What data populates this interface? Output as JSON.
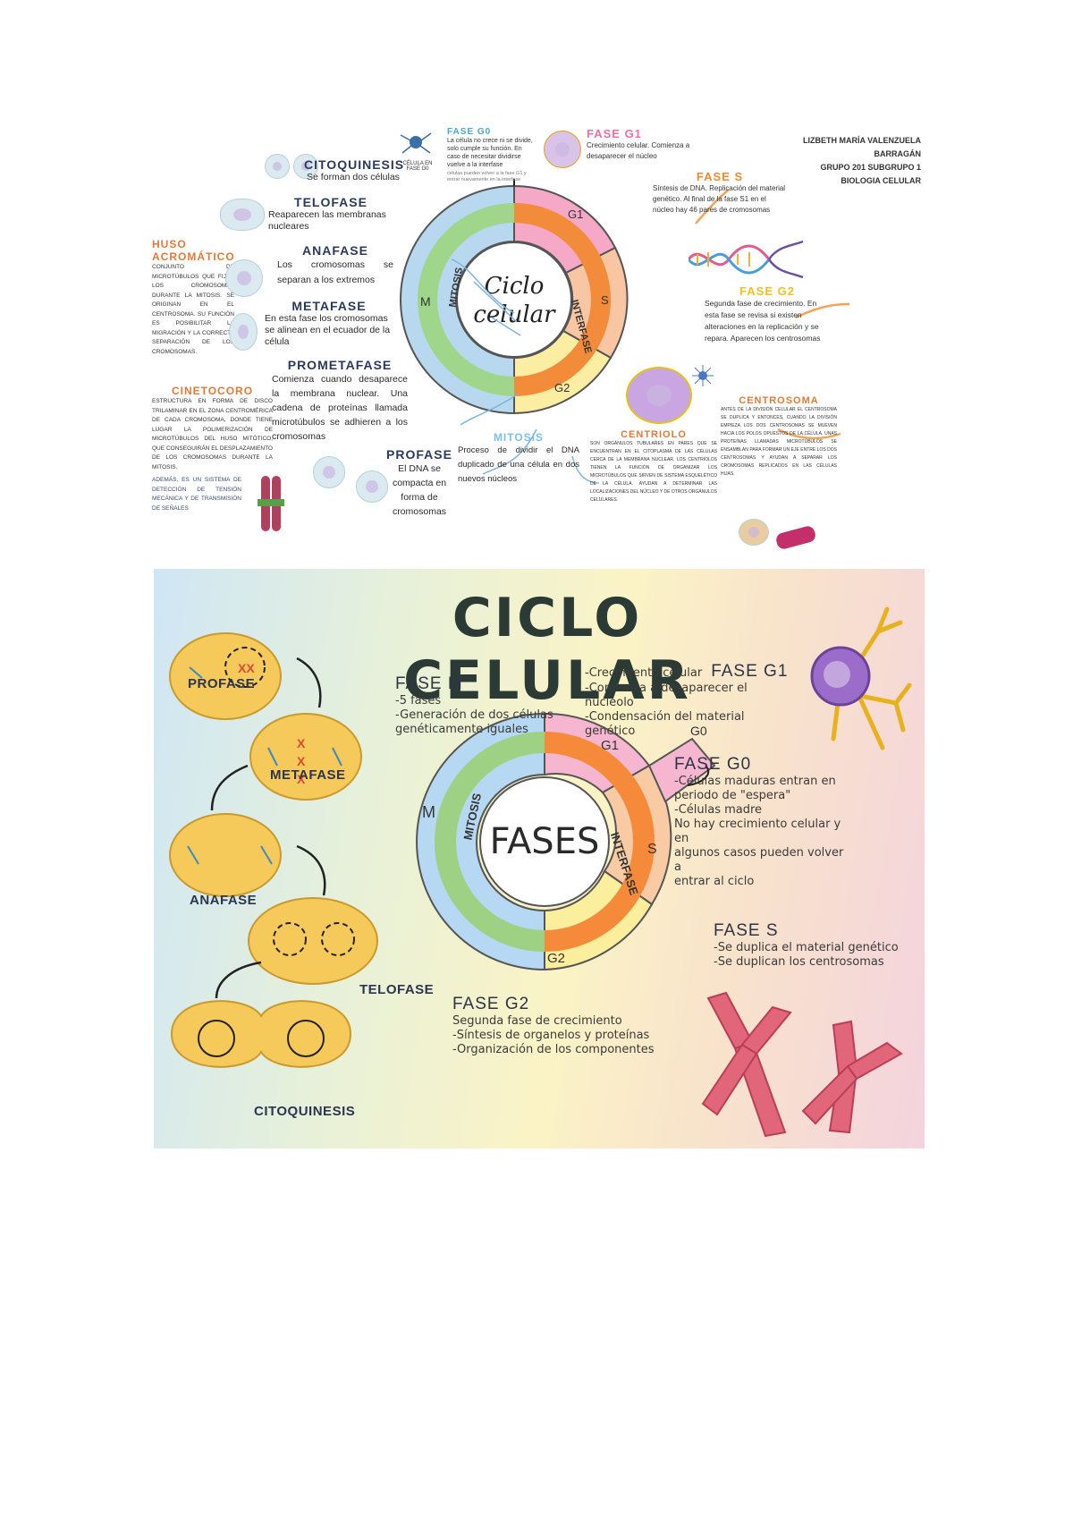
{
  "top": {
    "author": [
      "LIZBETH MARÍA VALENZUELA BARRAGÁN",
      "GRUPO 201 SUBGRUPO 1",
      "BIOLOGIA CELULAR"
    ],
    "circle": {
      "center1": "Ciclo",
      "center2": "celular",
      "mitosis": "MITOSIS",
      "interfase": "INTERFASE",
      "g1": "G1",
      "s": "S",
      "g2": "G2",
      "m": "M"
    },
    "g0": {
      "title": "FASE G0",
      "icon_caption": "CÉLULA EN FASE G0",
      "text": "La célula no crece ni se divide, solo cumple su función. En caso de necesitar dividirse vuelve a la interfase",
      "note": "células pueden volver a la fase G1 y entrar nuevamente en la interfase"
    },
    "g1": {
      "title": "FASE G1",
      "text": "Crecimiento celular. Comienza a desaparecer el núcleo"
    },
    "s": {
      "title": "FASE S",
      "text": "Síntesis de DNA. Replicación del material genético. Al final de la fase S1 en el núcleo hay 46 pares de cromosomas"
    },
    "g2": {
      "title": "FASE G2",
      "text": "Segunda fase de crecimiento. En esta fase se revisa si existen alteraciones en la replicación y se repara. Aparecen los centrosomas"
    },
    "centrosoma": {
      "title": "CENTROSOMA",
      "text": "Antes de la división celular el centrosoma se duplica y entonces, cuando la división empieza los dos centrosomas se mueven hacia los polos opuestos de la célula. Unas proteínas llamadas microtúbulos se ensamblan para formar un eje entre los dos centrosomas y ayudan a separar los cromosomas replicados en las células hijas."
    },
    "centriolo": {
      "title": "CENTRIOLO",
      "text": "Son orgánulos tubulares en pares que se encuentran en el citoplasma de las células cerca de la membrana nuclear. Los centríolos tienen la función de organizar los microtúbulos que sirven de sistema esquelético de la célula. Ayudan a determinar las localizaciones del núcleo y de otros orgánulos celulares."
    },
    "mitosis": {
      "title": "MITOSIS",
      "text": "Proceso de dividir el DNA duplicado de una célula en dos nuevos núcleos"
    },
    "huso": {
      "title": "HUSO ACROMÁTICO",
      "text": "Conjunto de microtúbulos que fijan los cromosomas durante la mitosis. Se originan en el centrosoma. Su función es posibilitar la migración y la correcta separación de los cromosomas."
    },
    "cinetocoro": {
      "title": "CINETOCORO",
      "text": "Estructura en forma de disco trilaminar en el zona centromérica de cada cromosoma, donde tiene lugar la polimerización de microtúbulos del huso mitótico, que conseguirán el desplazamiento de los cromosomas durante la mitosis.",
      "extra": "Además, es un sistema de detección de tensión mecánica y de transmisión de señales"
    },
    "citoquinesis": {
      "title": "CITOQUINESIS",
      "text": "Se forman dos células"
    },
    "telofase": {
      "title": "TELOFASE",
      "text": "Reaparecen las membranas nucleares"
    },
    "anafase": {
      "title": "ANAFASE",
      "text": "Los cromosomas se separan a los extremos"
    },
    "metafase": {
      "title": "METAFASE",
      "text": "En esta fase los cromosomas se alinean en el ecuador de la célula"
    },
    "prometafase": {
      "title": "PROMETAFASE",
      "text": "Comienza cuando desaparece la membrana nuclear. Una cadena de proteínas llamada microtúbulos se adhieren a los cromosomas"
    },
    "profase": {
      "title": "PROFASE",
      "text": "El DNA se compacta en forma de cromosomas"
    }
  },
  "bottom": {
    "title": "CICLO CELULAR",
    "center": "FASES",
    "mitosis": "MITOSIS",
    "interfase": "INTERFASE",
    "labels": {
      "m": "M",
      "g1": "G1",
      "g0": "G0",
      "s": "S",
      "g2": "G2"
    },
    "stages": {
      "profase": "PROFASE",
      "metafase": "METAFASE",
      "anafase": "ANAFASE",
      "telofase": "TELOFASE",
      "citoquinesis": "CITOQUINESIS"
    },
    "fase_m": {
      "title": "FASE M",
      "lines": [
        "-5 fases",
        "-Generación de dos células",
        "genéticamente iguales"
      ]
    },
    "fase_g1": {
      "title": "FASE G1",
      "lines": [
        "-Crecimiento celular",
        "-Comienza a desaparecer el nucleolo",
        "-Condensación del material genético"
      ]
    },
    "fase_g0": {
      "title": "FASE G0",
      "lines": [
        "-Células maduras entran en",
        "periodo de \"espera\"",
        "-Células madre",
        "No hay crecimiento celular y en",
        "algunos casos pueden volver a",
        "entrar al ciclo"
      ]
    },
    "fase_s": {
      "title": "FASE S",
      "lines": [
        "-Se duplica el material genético",
        "-Se duplican los centrosomas"
      ]
    },
    "fase_g2": {
      "title": "FASE G2",
      "lines": [
        "Segunda fase de crecimiento",
        "-Síntesis de organelos y proteínas",
        "-Organización de los componentes"
      ]
    }
  }
}
